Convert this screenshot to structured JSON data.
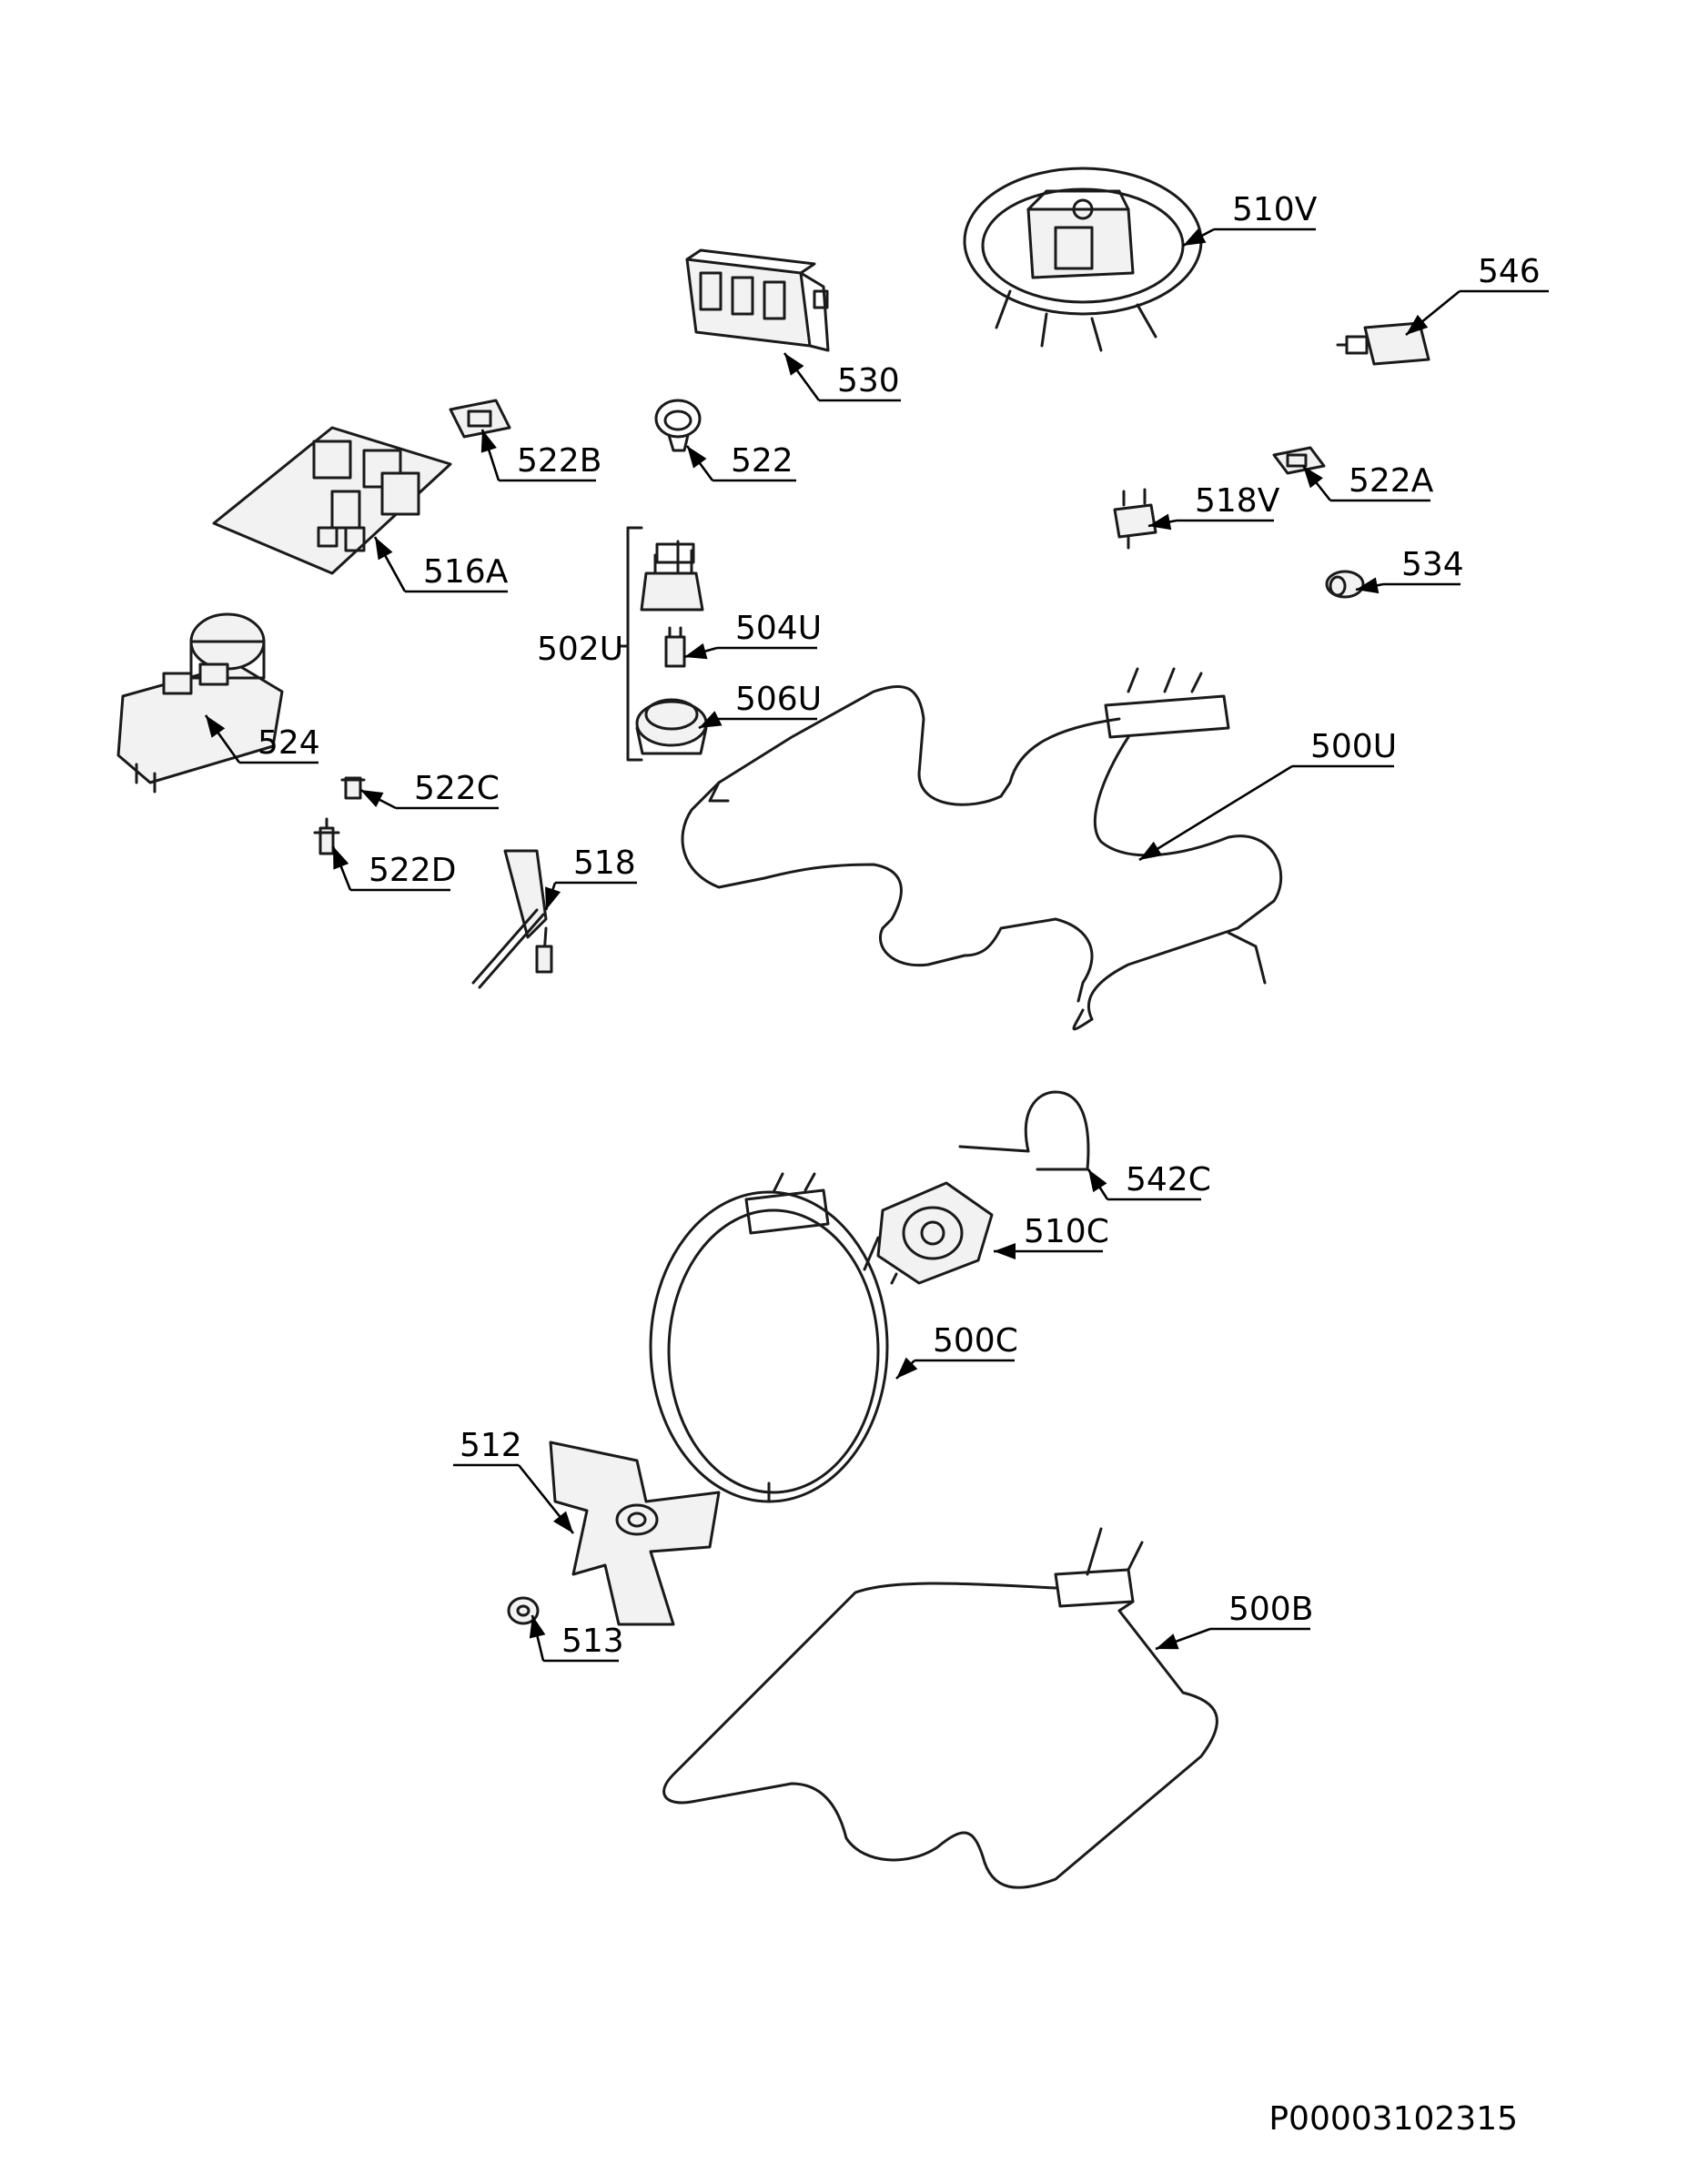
{
  "document_number": "P00003102315",
  "callouts": [
    {
      "id": "510V"
    },
    {
      "id": "546"
    },
    {
      "id": "530"
    },
    {
      "id": "522B"
    },
    {
      "id": "522"
    },
    {
      "id": "522A"
    },
    {
      "id": "518V"
    },
    {
      "id": "516A"
    },
    {
      "id": "534"
    },
    {
      "id": "504U"
    },
    {
      "id": "502U"
    },
    {
      "id": "506U"
    },
    {
      "id": "500U"
    },
    {
      "id": "524"
    },
    {
      "id": "522C"
    },
    {
      "id": "522D"
    },
    {
      "id": "518"
    },
    {
      "id": "542C"
    },
    {
      "id": "510C"
    },
    {
      "id": "500C"
    },
    {
      "id": "512"
    },
    {
      "id": "513"
    },
    {
      "id": "500B"
    }
  ]
}
